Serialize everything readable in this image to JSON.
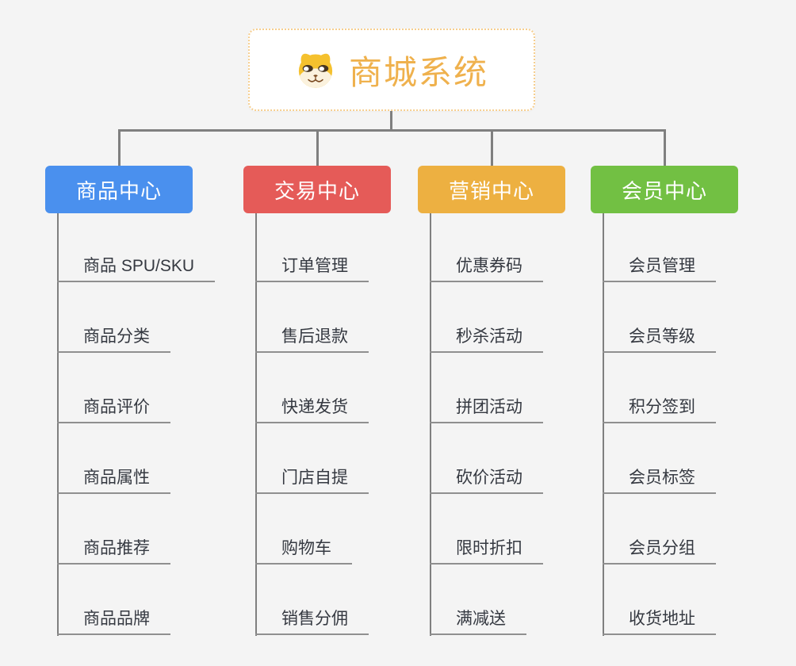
{
  "root": {
    "title": "商城系统",
    "icon": "dog-face-icon",
    "border_color": "#f6ce8e",
    "text_color": "#efb14d"
  },
  "connector_color": "#7f7f7f",
  "background_color": "#f4f4f4",
  "branches": [
    {
      "label": "商品中心",
      "color": "#4a90ee",
      "items": [
        "商品 SPU/SKU",
        "商品分类",
        "商品评价",
        "商品属性",
        "商品推荐",
        "商品品牌"
      ]
    },
    {
      "label": "交易中心",
      "color": "#e55b58",
      "items": [
        "订单管理",
        "售后退款",
        "快递发货",
        "门店自提",
        "购物车",
        "销售分佣"
      ]
    },
    {
      "label": "营销中心",
      "color": "#edb041",
      "items": [
        "优惠券码",
        "秒杀活动",
        "拼团活动",
        "砍价活动",
        "限时折扣",
        "满减送"
      ]
    },
    {
      "label": "会员中心",
      "color": "#72c043",
      "items": [
        "会员管理",
        "会员等级",
        "积分签到",
        "会员标签",
        "会员分组",
        "收货地址"
      ]
    }
  ]
}
